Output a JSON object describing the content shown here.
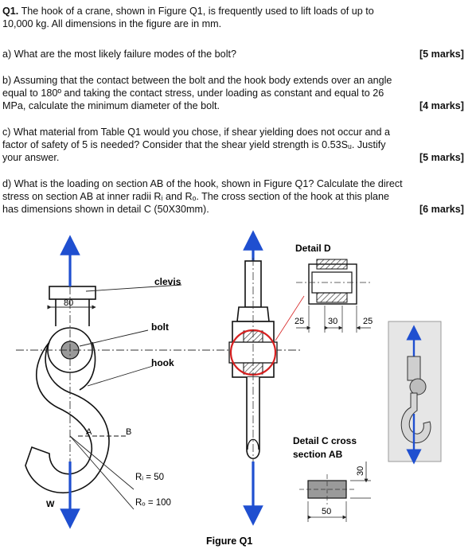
{
  "q1": {
    "number": "Q1.",
    "line1": "The hook of a crane, shown in Figure Q1, is frequently used to lift loads of up to",
    "line2": "10,000 kg. All dimensions in the figure are in mm."
  },
  "qa": {
    "text": "a) What are the most likely failure modes of the bolt?",
    "marks": "[5 marks]"
  },
  "qb": {
    "line1": "b) Assuming that the contact between the bolt and the hook body extends over an angle",
    "line2": "equal to 180º and taking the contact stress, under loading as constant and equal to 26",
    "line3": "MPa, calculate the minimum diameter of the bolt.",
    "marks": "[4 marks]"
  },
  "qc": {
    "line1": "c) What material from Table Q1 would you chose, if shear yielding does not occur and a",
    "line2": "factor of safety of 5 is needed? Consider that the shear yield strength is 0.53Sᵤ. Justify",
    "line3": "your answer.",
    "marks": "[5 marks]"
  },
  "qd": {
    "line1": "d) What is the loading on section AB of the hook, shown in Figure Q1? Calculate the direct",
    "line2": "stress on section AB at inner radii Rᵢ and Rₒ. The cross section of the hook at this plane",
    "line3": "has dimensions shown in detail C (50X30mm).",
    "marks": "[6 marks]"
  },
  "figure": {
    "caption": "Figure Q1",
    "label_clevis": "clevis",
    "label_bolt": "bolt",
    "label_hook": "hook",
    "label_80": "80",
    "label_A": "A",
    "label_B": "B",
    "label_W": "W",
    "label_Ri": "Rᵢ = 50",
    "label_Ro": "Rₒ = 100",
    "detail_d": "Detail D",
    "dim_25a": "25",
    "dim_30": "30",
    "dim_25b": "25",
    "detail_c1": "Detail C cross",
    "detail_c2": "section AB",
    "dim_30v": "30",
    "dim_50": "50"
  }
}
